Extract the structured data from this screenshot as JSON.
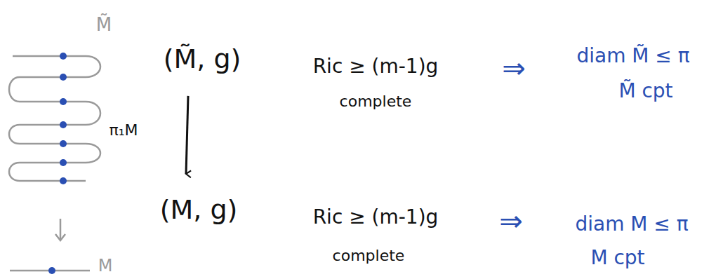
{
  "diagram": {
    "nodes": [
      {
        "text": [
          "(M̃, g)"
        ]
      },
      {
        "text": [
          "(M, g)"
        ]
      }
    ],
    "edges": [
      {
        "from": 0,
        "to": 1,
        "arrow": "to"
      }
    ],
    "labels": [
      "M̃",
      "Ric ≥ (m-1)g",
      "complete",
      "⇒",
      "diam M̃ ≤ π",
      "M̃ cpt",
      "π₁M",
      "Ric ≥ (m-1)g",
      "complete",
      "⇒",
      "diam M ≤ π",
      "M cpt",
      "M"
    ]
  }
}
